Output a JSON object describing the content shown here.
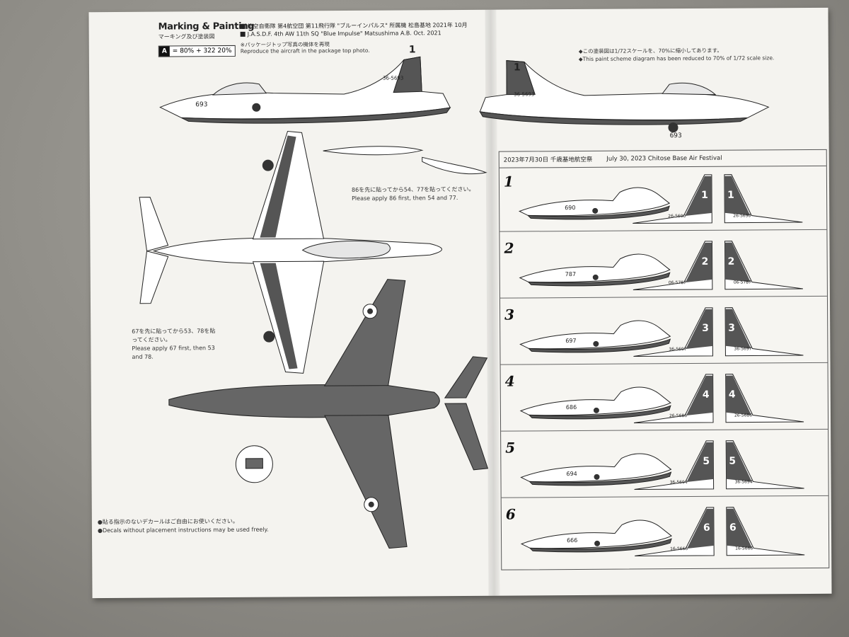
{
  "header": {
    "title": "Marking & Painting",
    "subtitle_jp": "マーキング及び塗装図",
    "line_jp": "航空自衛隊 第4航空団 第11飛行隊 \"ブルーインパルス\" 所属機 松島基地 2021年 10月",
    "line_en": "J.A.S.D.F. 4th AW 11th SQ \"Blue Impulse\" Matsushima A.B. Oct. 2021",
    "note_jp": "※パッケージトップ写真の機体を再現",
    "note_en": "Reproduce the aircraft in the package top photo.",
    "color_code": "A",
    "color_formula": "= 80% + 322 20%"
  },
  "scale_note": {
    "jp": "◆この塗装図は1/72スケールを、70%に縮小してあります。",
    "en": "◆This paint scheme diagram has been reduced to 70% of 1/72 scale size."
  },
  "apply_notes": {
    "first_jp": "86を先に貼ってから54、77を貼ってください。",
    "first_en": "Please apply 86 first, then 54 and 77.",
    "second_jp": "67を先に貼ってから53、78を貼ってください。",
    "second_en": "Please apply 67 first, then 53 and 78."
  },
  "footer": {
    "jp": "●貼る指示のないデカールはご自由にお使いください。",
    "en": "●Decals without placement instructions may be used freely."
  },
  "festival_panel": {
    "date_jp": "2023年7月30日 千歳基地航空祭",
    "date_en": "July 30, 2023 Chitose Base Air Festival",
    "rows": [
      {
        "pos": "1",
        "nose": "690",
        "tail": "26-5690"
      },
      {
        "pos": "2",
        "nose": "787",
        "tail": "06-5787"
      },
      {
        "pos": "3",
        "nose": "697",
        "tail": "36-5697"
      },
      {
        "pos": "4",
        "nose": "686",
        "tail": "26-5686"
      },
      {
        "pos": "5",
        "nose": "694",
        "tail": "36-5694"
      },
      {
        "pos": "6",
        "nose": "666",
        "tail": "16-5666"
      }
    ]
  },
  "main_aircraft": {
    "nose_number": "693",
    "tail_number": "36-5693",
    "tail_digit": "1"
  }
}
